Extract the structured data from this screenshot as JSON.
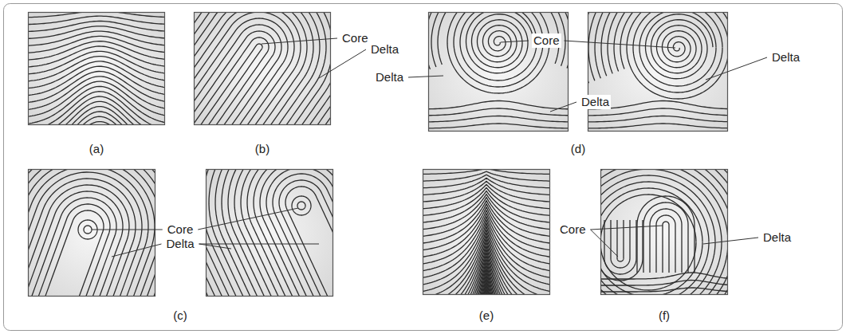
{
  "diagram": {
    "labels": [
      "Core",
      "Delta",
      "Delta",
      "Core",
      "Delta",
      "Delta",
      "(a)",
      "(b)",
      "(d)",
      "Core",
      "Delta",
      "Core",
      "Delta",
      "(c)",
      "(e)",
      "(f)"
    ]
  }
}
